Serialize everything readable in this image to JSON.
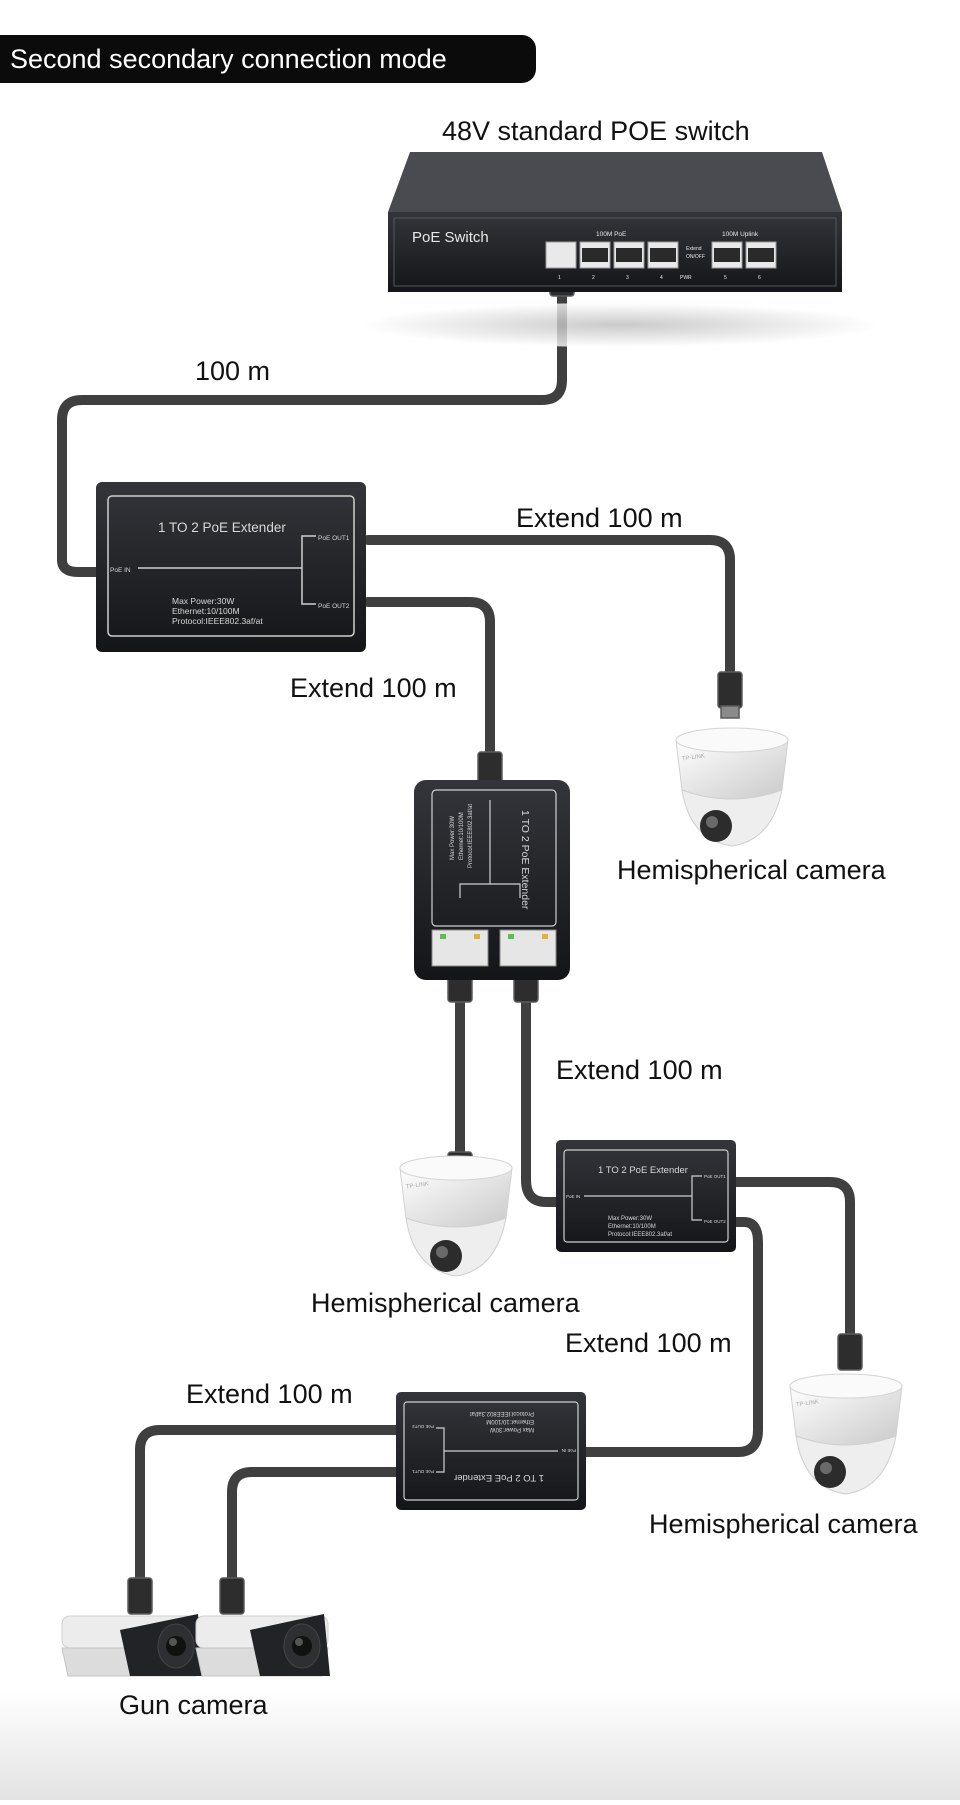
{
  "header": {
    "mode_title": "Second secondary connection mode"
  },
  "switch": {
    "label": "48V standard POE switch",
    "panel_text": "PoE Switch",
    "poe_group": "100M PoE",
    "uplink_group": "100M Uplink",
    "extend_label": "Extend",
    "extend_state": "ON/OFF",
    "pwr_label": "PWR",
    "port_numbers": [
      "1",
      "2",
      "3",
      "4",
      "5",
      "6"
    ]
  },
  "cable_labels": {
    "trunk": "100 m",
    "ext_a": "Extend 100 m",
    "ext_b": "Extend 100 m",
    "ext_c": "Extend 100 m",
    "ext_d": "Extend 100 m",
    "ext_e": "Extend 100 m"
  },
  "extender": {
    "title": "1 TO 2 PoE Extender",
    "poe_in": "PoE IN",
    "out1": "PoE OUT1",
    "out2": "PoE OUT2",
    "specs": [
      "Max Power:30W",
      "Ethernet:10/100M",
      "Protocol:IEEE802.3af/at"
    ]
  },
  "cameras": {
    "dome_1": "Hemispherical camera",
    "dome_2": "Hemispherical camera",
    "dome_3": "Hemispherical camera",
    "gun": "Gun camera",
    "brand_mark": "TP-LINK"
  },
  "colors": {
    "badge": "#0b0b0b",
    "cable": "#3f3f3f",
    "device": "#1d1e22",
    "camera": "#f1f1f1"
  }
}
